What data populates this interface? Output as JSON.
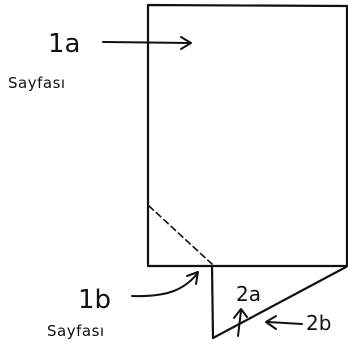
{
  "labels": {
    "page_1a_number": "1a",
    "page_1a_word": "Sayfası",
    "page_1b_number": "1b",
    "page_1b_word": "Sayfası",
    "page_2a": "2a",
    "page_2b": "2b"
  },
  "colors": {
    "ink": "#111111",
    "paper": "#ffffff"
  }
}
